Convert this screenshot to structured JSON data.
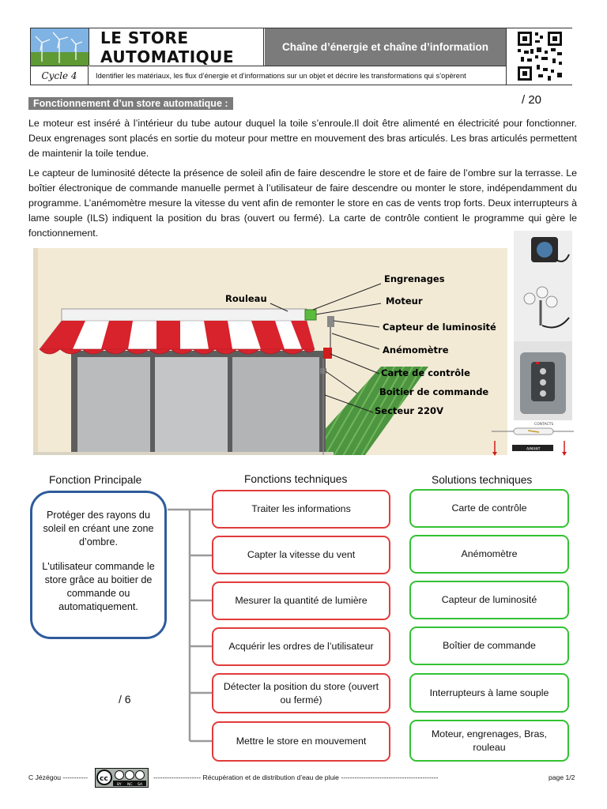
{
  "header": {
    "title": "LE STORE AUTOMATIQUE",
    "banner": "Chaîne d’énergie et chaîne d’information",
    "cycle": "Cycle 4",
    "description": "Identifier les matériaux, les flux d’énergie et d’informations sur un objet et décrire les transformations qui s’opèrent"
  },
  "section": {
    "title": "Fonctionnement d’un store automatique :",
    "score": "/ 20"
  },
  "paragraphs": [
    "Le moteur est inséré à l’intérieur du tube autour duquel la toile s’enroule.Il doit être alimenté en électricité pour fonctionner. Deux engrenages sont placés en sortie du moteur pour mettre en mouvement des bras articulés. Les bras articulés permettent de maintenir la toile tendue.",
    "Le capteur de luminosité détecte la présence de soleil afin de faire descendre le store et de faire de l’ombre sur la terrasse. Le boîtier électronique de commande manuelle permet à l’utilisateur de faire descendre ou monter le store, indépendamment du programme. L’anémomètre mesure la vitesse du vent afin de remonter le store en cas de vents trop forts. Deux interrupteurs à lame souple (ILS) indiquent la position du bras (ouvert ou fermé). La carte de contrôle contient le programme qui gère le fonctionnement."
  ],
  "illustration": {
    "callouts": {
      "rouleau": "Rouleau",
      "engrenages": "Engrenages",
      "moteur": "Moteur",
      "capteur": "Capteur de luminosité",
      "anemometre": "Anémomètre",
      "carte": "Carte de contrôle",
      "boitier": "Boitier de commande",
      "secteur": "Secteur 220V"
    },
    "ils_labels": {
      "top": "CONTACTS",
      "bottom": "AIMANT"
    }
  },
  "diagram": {
    "col_principale": "Fonction Principale",
    "col_techniques": "Fonctions techniques",
    "col_solutions": "Solutions techniques",
    "principale_p1": "Protéger des rayons du soleil en créant une zone d’ombre.",
    "principale_p2": "L'utilisateur commande le store grâce au boitier de commande ou automatiquement.",
    "score": "/ 6",
    "fonctions": [
      "Traiter les informations",
      "Capter la vitesse du vent",
      "Mesurer la quantité de lumière",
      "Acquérir les ordres de l’utilisateur",
      "Détecter la position du store (ouvert ou fermé)",
      "Mettre le store en mouvement"
    ],
    "solutions": [
      "Carte de contrôle",
      "Anémomètre",
      "Capteur de luminosité",
      "Boîtier de commande",
      "Interrupteurs à lame souple",
      "Moteur, engrenages, Bras, rouleau"
    ]
  },
  "footer": {
    "author": "C Jézégou -----------",
    "center": "--------------------- Récupération et de distribution d’eau de pluie -------------------------------------------",
    "page": "page 1/2",
    "cc_labels": [
      "BY",
      "NC",
      "SA"
    ]
  },
  "colors": {
    "banner_gray": "#7b7b7b",
    "principale_border": "#2f5b9c",
    "fonction_border": "#e23b3b",
    "solution_border": "#33c233",
    "awning_red": "#d8222c"
  }
}
